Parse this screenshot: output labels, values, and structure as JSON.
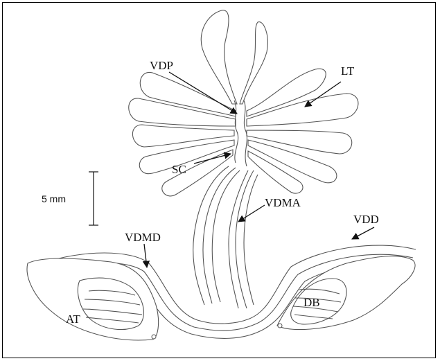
{
  "labels": {
    "vdp": "VDP",
    "lt": "LT",
    "sc": "SC",
    "vdma": "VDMA",
    "vdd": "VDD",
    "vdmd": "VDMD",
    "at": "AT",
    "db": "DB"
  },
  "scale_bar": {
    "text": "5 mm"
  }
}
